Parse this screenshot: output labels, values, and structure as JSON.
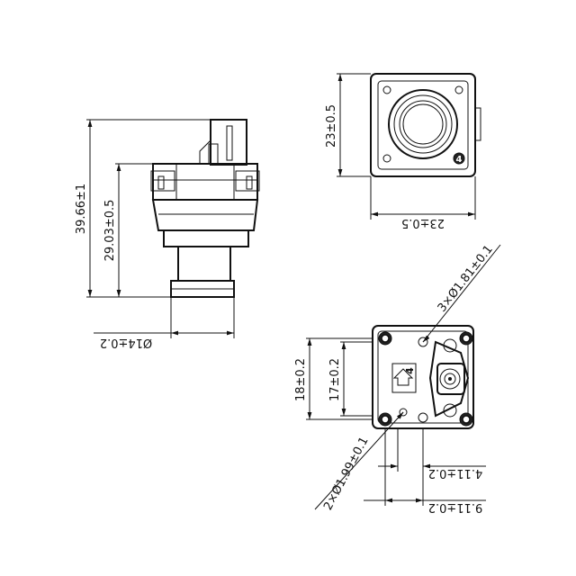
{
  "dimensions": {
    "overall_height": "39.66±1",
    "body_height": "29.03±0.5",
    "bottom_diameter": "Ø14±0.2",
    "top_view_height": "23±0.5",
    "top_view_width": "23±0.5",
    "mount_hole_diameter": "3×Ø1.81±0.1",
    "pcb_outer_height": "18±0.2",
    "pcb_inner_height": "17±0.2",
    "peg_hole_diameter": "2×Ø1.99±0.1",
    "offset_small": "4.11±0.2",
    "offset_large": "9.11±0.2"
  },
  "markings": {
    "top_view_number": "4",
    "bottom_view_number": "4"
  }
}
